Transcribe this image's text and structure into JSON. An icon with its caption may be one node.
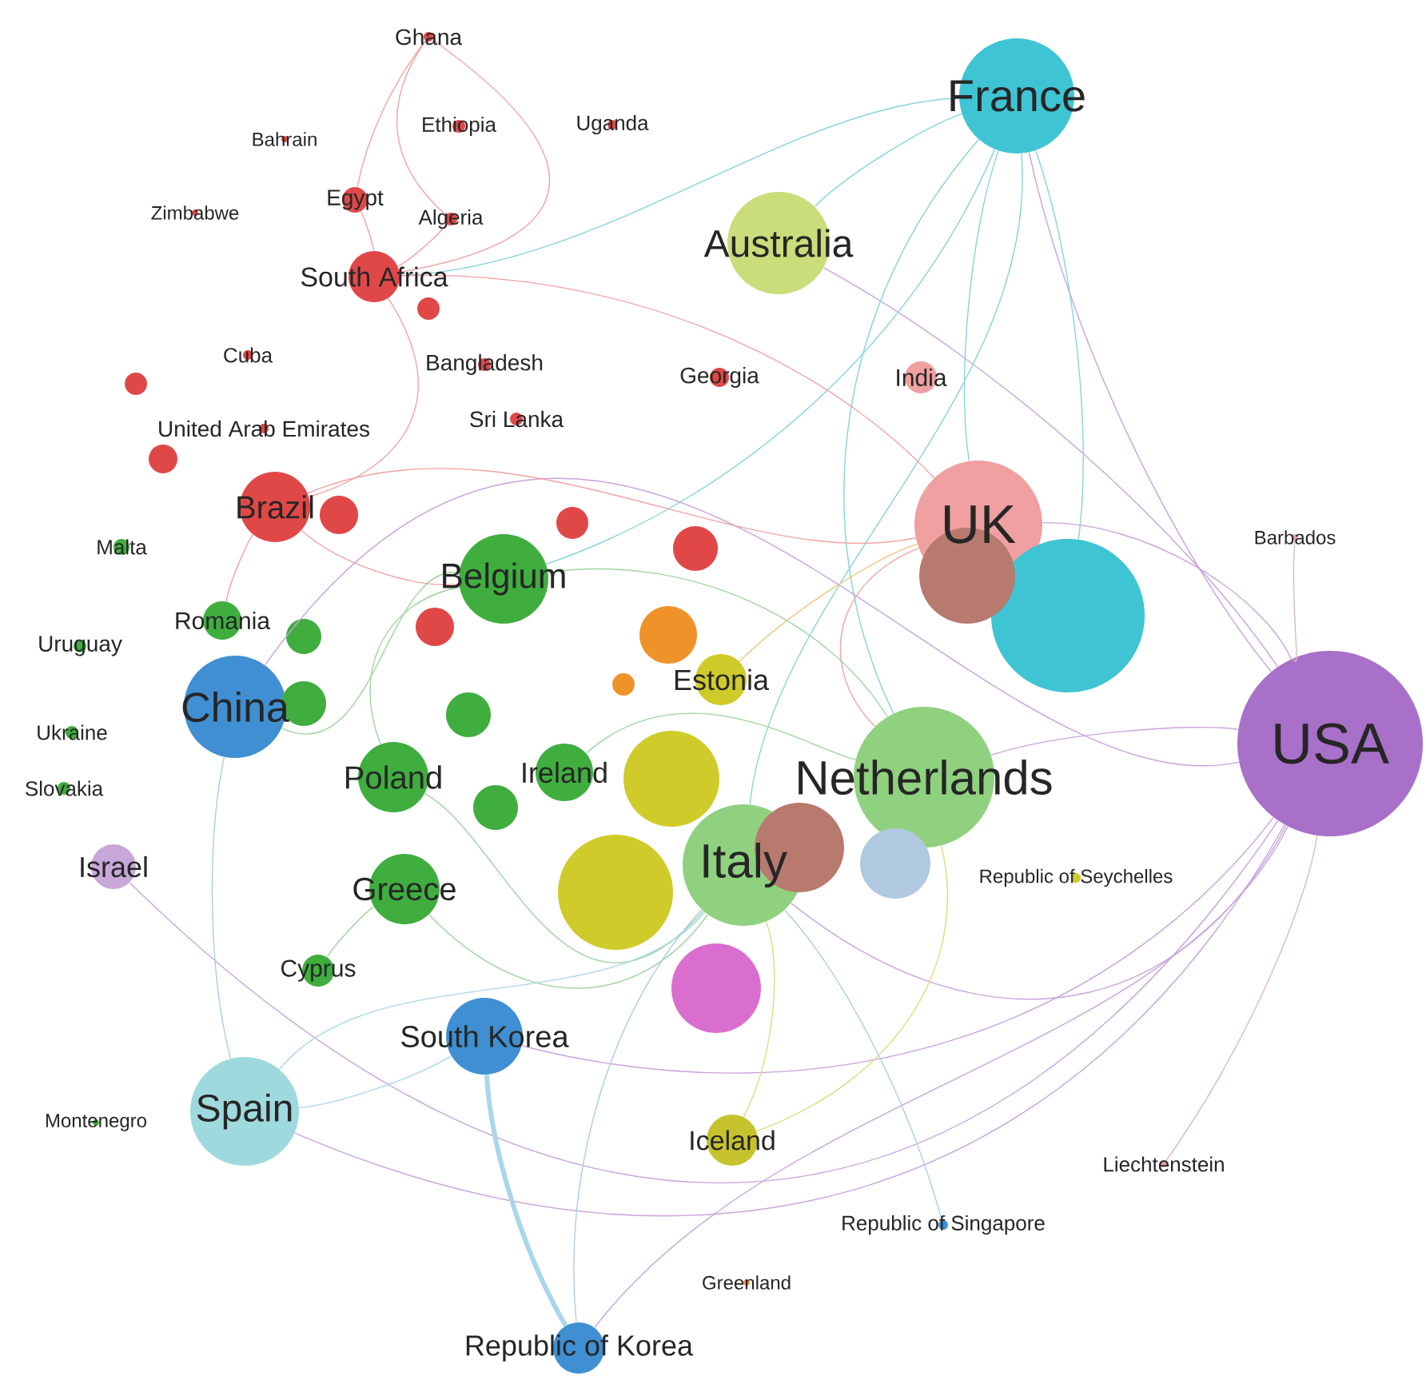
{
  "diagram": {
    "nodes": [
      {
        "text": [
          "Ghana"
        ]
      },
      {
        "text": [
          "Bahrain"
        ]
      },
      {
        "text": [
          "Ethiopia"
        ]
      },
      {
        "text": [
          "Uganda"
        ]
      },
      {
        "text": [
          "Zimbabwe"
        ]
      },
      {
        "text": [
          "Egypt"
        ]
      },
      {
        "text": [
          "Algeria"
        ]
      },
      {
        "text": [
          "South Africa"
        ]
      },
      {
        "text": [
          "Cuba"
        ]
      },
      {
        "text": [
          "Bangladesh"
        ]
      },
      {
        "text": [
          "Georgia"
        ]
      },
      {
        "text": [
          "India"
        ]
      },
      {
        "text": [
          "United Arab Emirates"
        ]
      },
      {
        "text": [
          "Sri Lanka"
        ]
      },
      {
        "text": [
          "France"
        ]
      },
      {
        "text": [
          "Australia"
        ]
      },
      {
        "text": [
          "UK"
        ]
      },
      {
        "text": [
          "Barbados"
        ]
      },
      {
        "text": [
          "Brazil"
        ]
      },
      {
        "text": [
          "Malta"
        ]
      },
      {
        "text": [
          "Belgium"
        ]
      },
      {
        "text": [
          "Romania"
        ]
      },
      {
        "text": [
          "Uruguay"
        ]
      },
      {
        "text": [
          "China"
        ]
      },
      {
        "text": [
          "Estonia"
        ]
      },
      {
        "text": [
          "Ukraine"
        ]
      },
      {
        "text": [
          "USA"
        ]
      },
      {
        "text": [
          "Netherlands"
        ]
      },
      {
        "text": [
          "Poland"
        ]
      },
      {
        "text": [
          "Ireland"
        ]
      },
      {
        "text": [
          "Slovakia"
        ]
      },
      {
        "text": [
          "Israel"
        ]
      },
      {
        "text": [
          "Italy"
        ]
      },
      {
        "text": [
          "Republic of Seychelles"
        ]
      },
      {
        "text": [
          "Greece"
        ]
      },
      {
        "text": [
          "Cyprus"
        ]
      },
      {
        "text": [
          "South Korea"
        ]
      },
      {
        "text": [
          "Spain"
        ]
      },
      {
        "text": [
          "Montenegro"
        ]
      },
      {
        "text": [
          "Iceland"
        ]
      },
      {
        "text": [
          "Liechtenstein"
        ]
      },
      {
        "text": [
          "Republic of Singapore"
        ]
      },
      {
        "text": [
          "Greenland"
        ]
      },
      {
        "text": [
          "Republic of Korea"
        ]
      },
      {
        "text": [],
        "shape": "circle"
      },
      {
        "text": [],
        "shape": "circle"
      },
      {
        "text": [],
        "shape": "circle"
      },
      {
        "text": [],
        "shape": "circle"
      },
      {
        "text": [],
        "shape": "circle"
      },
      {
        "text": [],
        "shape": "circle"
      },
      {
        "text": [],
        "shape": "circle"
      },
      {
        "text": [],
        "shape": "circle"
      },
      {
        "text": [],
        "shape": "circle"
      },
      {
        "text": [],
        "shape": "circle"
      },
      {
        "text": [],
        "shape": "circle"
      },
      {
        "text": [],
        "shape": "circle"
      },
      {
        "text": [],
        "shape": "circle"
      },
      {
        "text": [],
        "shape": "circle"
      },
      {
        "text": [],
        "shape": "circle"
      },
      {
        "text": [],
        "shape": "circle"
      },
      {
        "text": [],
        "shape": "circle"
      },
      {
        "text": [],
        "shape": "circle"
      },
      {
        "text": [],
        "shape": "circle"
      },
      {
        "text": [],
        "shape": "circle"
      }
    ],
    "edges": [
      {
        "from": 26,
        "to": 16,
        "arrow": "none",
        "color": "#c9a3de"
      },
      {
        "from": 26,
        "to": 27,
        "arrow": "none",
        "color": "#c9a3de"
      },
      {
        "from": 26,
        "to": 32,
        "arrow": "none",
        "color": "#c9a3de"
      },
      {
        "from": 26,
        "to": 23,
        "arrow": "none",
        "color": "#c9a3de"
      },
      {
        "from": 26,
        "to": 37,
        "arrow": "none",
        "color": "#c9a3de"
      },
      {
        "from": 26,
        "to": 36,
        "arrow": "none",
        "color": "#c9a3de"
      },
      {
        "from": 26,
        "to": 43,
        "arrow": "none",
        "color": "#c9a3de"
      },
      {
        "from": 26,
        "to": 14,
        "arrow": "none",
        "color": "#c9a3de"
      },
      {
        "from": 26,
        "to": 15,
        "arrow": "none",
        "color": "#c9a3de"
      },
      {
        "from": 26,
        "to": 31,
        "arrow": "none",
        "color": "#c9a3de"
      },
      {
        "from": 14,
        "to": 16,
        "arrow": "none",
        "color": "#86d3dc"
      },
      {
        "from": 14,
        "to": 27,
        "arrow": "none",
        "color": "#86d3dc"
      },
      {
        "from": 14,
        "to": 32,
        "arrow": "none",
        "color": "#86d3dc"
      },
      {
        "from": 14,
        "to": 44,
        "arrow": "none",
        "color": "#86d3dc"
      },
      {
        "from": 14,
        "to": 15,
        "arrow": "none",
        "color": "#86d3dc"
      },
      {
        "from": 14,
        "to": 7,
        "arrow": "none",
        "color": "#86d3dc"
      },
      {
        "from": 14,
        "to": 20,
        "arrow": "none",
        "color": "#86d3dc"
      },
      {
        "from": 7,
        "to": 0,
        "arrow": "none",
        "color": "#f1a3a3"
      },
      {
        "from": 7,
        "to": 5,
        "arrow": "none",
        "color": "#f1a3a3"
      },
      {
        "from": 7,
        "to": 18,
        "arrow": "none",
        "color": "#f1a3a3"
      },
      {
        "from": 7,
        "to": 6,
        "arrow": "none",
        "color": "#f1a3a3"
      },
      {
        "from": 7,
        "to": 16,
        "arrow": "none",
        "color": "#f1a3a3"
      },
      {
        "from": 0,
        "to": 5,
        "arrow": "none",
        "color": "#f1a3a3"
      },
      {
        "from": 0,
        "to": 6,
        "arrow": "none",
        "color": "#f1a3a3"
      },
      {
        "from": 18,
        "to": 16,
        "arrow": "none",
        "color": "#f1a3a3"
      },
      {
        "from": 18,
        "to": 20,
        "arrow": "none",
        "color": "#f1a3a3"
      },
      {
        "from": 18,
        "to": 21,
        "arrow": "none",
        "color": "#f1a3a3"
      },
      {
        "from": 20,
        "to": 23,
        "arrow": "none",
        "color": "#9dd59d"
      },
      {
        "from": 20,
        "to": 28,
        "arrow": "none",
        "color": "#9dd59d"
      },
      {
        "from": 20,
        "to": 27,
        "arrow": "none",
        "color": "#9dd59d"
      },
      {
        "from": 28,
        "to": 32,
        "arrow": "none",
        "color": "#9dd59d"
      },
      {
        "from": 34,
        "to": 32,
        "arrow": "none",
        "color": "#9dd59d"
      },
      {
        "from": 34,
        "to": 35,
        "arrow": "none",
        "color": "#9dd59d"
      },
      {
        "from": 29,
        "to": 27,
        "arrow": "none",
        "color": "#9dd59d"
      },
      {
        "from": 23,
        "to": 37,
        "arrow": "none",
        "color": "#a9cdea"
      },
      {
        "from": 36,
        "to": 43,
        "arrow": "none",
        "style": "thick",
        "color": "#a9d6ea"
      },
      {
        "from": 37,
        "to": 36,
        "arrow": "none",
        "color": "#a9d6ea"
      },
      {
        "from": 37,
        "to": 32,
        "arrow": "none",
        "color": "#a9d6ea"
      },
      {
        "from": 43,
        "to": 32,
        "arrow": "none",
        "color": "#a9cdea"
      },
      {
        "from": 39,
        "to": 32,
        "arrow": "none",
        "color": "#dcdc80"
      },
      {
        "from": 39,
        "to": 27,
        "arrow": "none",
        "color": "#dcdc80"
      },
      {
        "from": 24,
        "to": 16,
        "arrow": "none",
        "color": "#f4c27a"
      },
      {
        "from": 16,
        "to": 27,
        "arrow": "none",
        "color": "#f1a3a3"
      },
      {
        "from": 40,
        "to": 26,
        "arrow": "none",
        "color": "#d9b8c8"
      },
      {
        "from": 17,
        "to": 26,
        "arrow": "none",
        "color": "#d9b8c8"
      },
      {
        "from": 41,
        "to": 32,
        "arrow": "none",
        "color": "#a9cdea"
      }
    ]
  }
}
